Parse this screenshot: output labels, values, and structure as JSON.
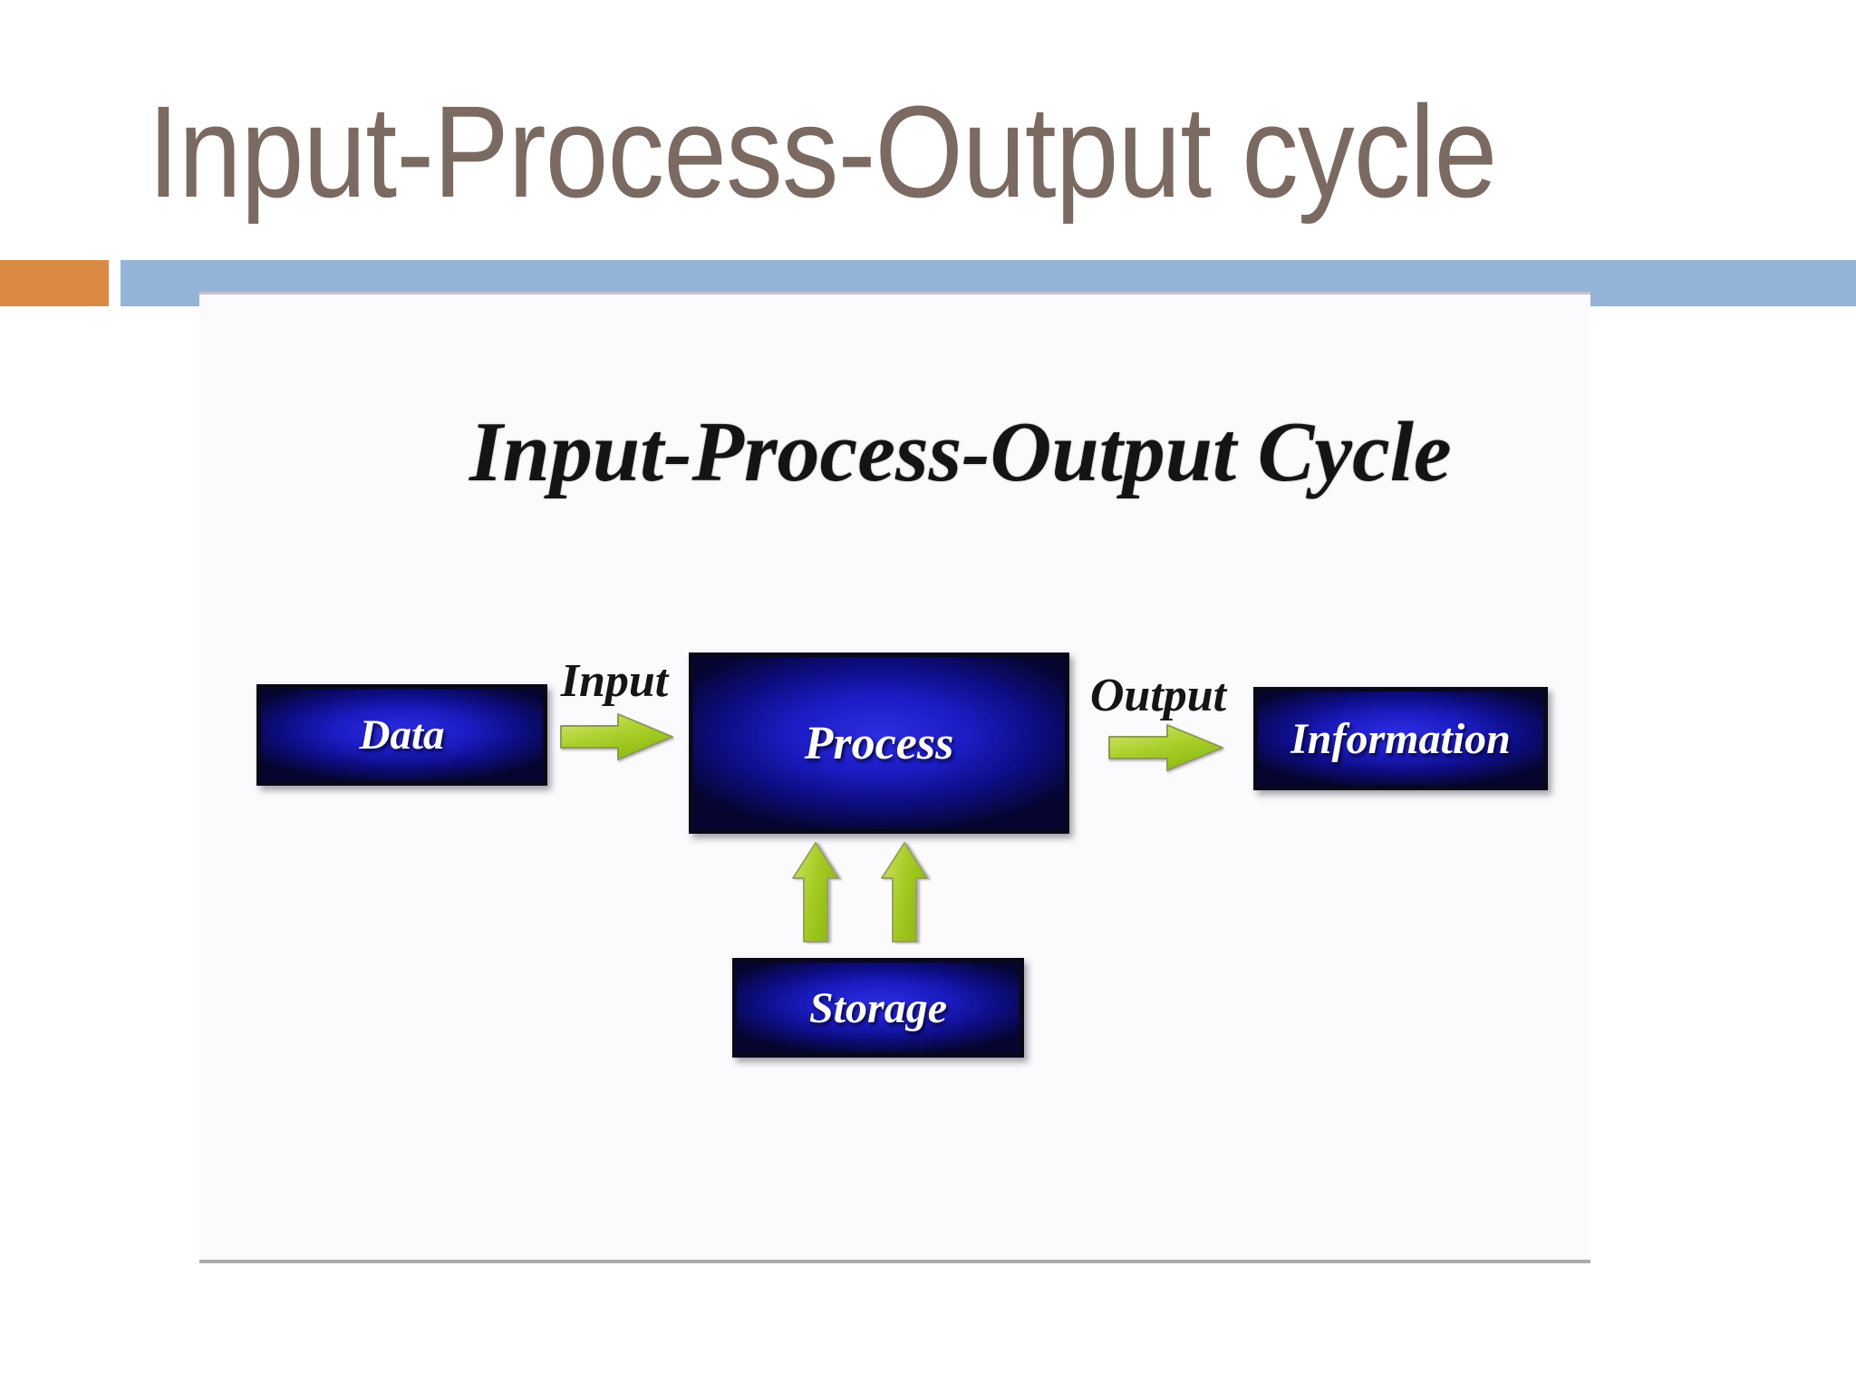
{
  "slide": {
    "title": "Input-Process-Output cycle",
    "colors": {
      "title_text": "#7B6A61",
      "orange_bar": "#DB8A45",
      "blue_bar": "#93B4D6",
      "panel_bg": "#FBFAFD"
    }
  },
  "diagram": {
    "title": "Input-Process-Output Cycle",
    "nodes": [
      {
        "id": "data",
        "label": "Data"
      },
      {
        "id": "process",
        "label": "Process"
      },
      {
        "id": "information",
        "label": "Information"
      },
      {
        "id": "storage",
        "label": "Storage"
      }
    ],
    "edges": [
      {
        "from": "data",
        "to": "process",
        "label": "Input",
        "icon": "right-arrow-icon"
      },
      {
        "from": "process",
        "to": "information",
        "label": "Output",
        "icon": "right-arrow-icon"
      },
      {
        "from": "storage",
        "to": "process",
        "label": "",
        "icon": "up-arrow-icon"
      },
      {
        "from": "storage",
        "to": "process",
        "label": "",
        "icon": "up-arrow-icon"
      }
    ],
    "colors": {
      "box_fill": "#1C1CC4",
      "box_border": "#08081A",
      "box_text": "#FFFFFF",
      "arrow_fill": "#A3CB23",
      "arrow_stroke": "#8E985C",
      "label_text": "#151515"
    }
  }
}
